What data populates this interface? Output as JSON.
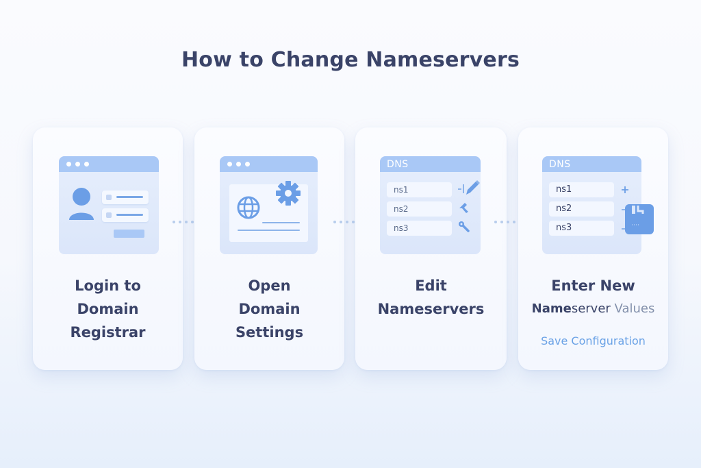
{
  "title": "How to Change Nameservers",
  "colors": {
    "title_text": "#3a4368",
    "accent_blue": "#6b9ee6",
    "window_bar": "#a9c8f6",
    "link_blue": "#6aa2e6",
    "muted_text": "#8390ab"
  },
  "steps": [
    {
      "line1": "Login to",
      "line2": "Domain",
      "line3": "Registrar",
      "illustration": "browser-window-with-user-avatar-and-login-fields"
    },
    {
      "line1": "Open",
      "line2": "Domain",
      "line3": "Settings",
      "illustration": "browser-window-with-globe-and-gear"
    },
    {
      "line1": "Edit",
      "line2": "Nameservers",
      "illustration": "dns-panel-with-edit-tools",
      "panel_title": "DNS",
      "fields": [
        "ns1",
        "ns2",
        "ns3"
      ],
      "icons": [
        "pencil-icon",
        "hammer-icon",
        "wrench-icon"
      ]
    },
    {
      "line1": "Enter New",
      "line2_bold": "Name",
      "line2_mid": "server",
      "line2_muted": " Values",
      "link": "Save Configuration",
      "illustration": "dns-panel-with-save-icon",
      "panel_title": "DNS",
      "fields": [
        "ns1",
        "ns2",
        "ns3"
      ],
      "icons": [
        "plus-icon",
        "floppy-disk-icon"
      ]
    }
  ],
  "connectors": [
    "arrow-right",
    "arrow-right",
    "arrow-right"
  ]
}
